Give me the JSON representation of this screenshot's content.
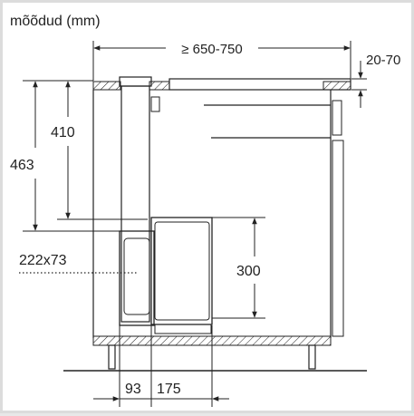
{
  "title": "mõõdud (mm)",
  "dimensions": {
    "width_range": "≥ 650-750",
    "worktop_thickness": "20-70",
    "height_total": "463",
    "height_upper": "410",
    "cutout": "222x73",
    "drawer_height": "300",
    "offset_front": "93",
    "depth_unit": "175"
  },
  "colors": {
    "line": "#222222",
    "background": "#ffffff"
  }
}
